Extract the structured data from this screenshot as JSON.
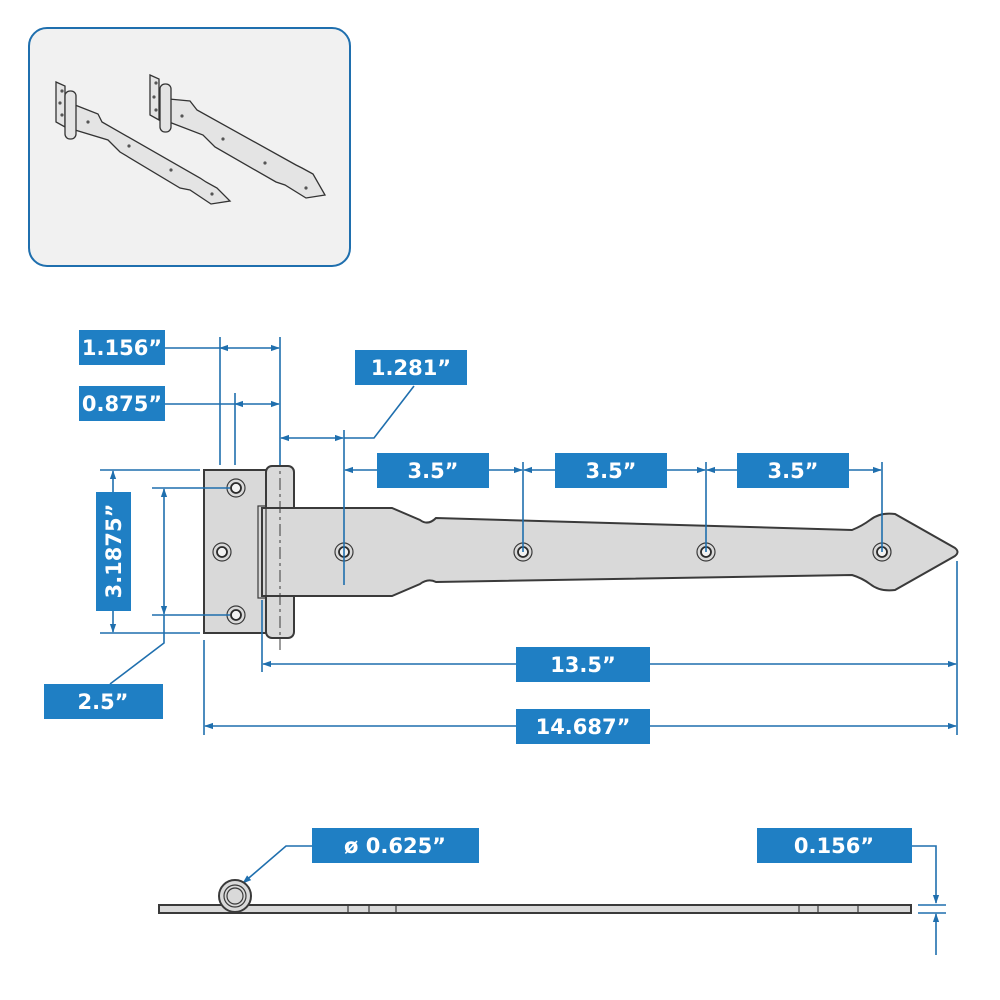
{
  "title": "T-Hinge Dimensions Diagram",
  "colors": {
    "label_fill": "#1f7fc4",
    "dimension_line": "#1f6fae",
    "part_fill": "#d9d9d9",
    "part_outline": "#3a3a3a",
    "thumbnail_bg": "#f1f1f1"
  },
  "thumbnail": {
    "description": "Two T-hinges shown in isometric view"
  },
  "dimensions": {
    "pin_to_strap_edge": "1.156”",
    "pin_to_hole_column": "0.875”",
    "pin_to_first_strap_hole": "1.281”",
    "hole_spacing_1": "3.5”",
    "hole_spacing_2": "3.5”",
    "hole_spacing_3": "3.5”",
    "leaf_height": "3.1875”",
    "leaf_hole_spacing": "2.5”",
    "strap_length": "13.5”",
    "overall_length": "14.687”",
    "knuckle_diameter": "ø 0.625”",
    "thickness": "0.156”"
  },
  "views": [
    "thumbnail-isometric",
    "top-view",
    "side-view"
  ]
}
